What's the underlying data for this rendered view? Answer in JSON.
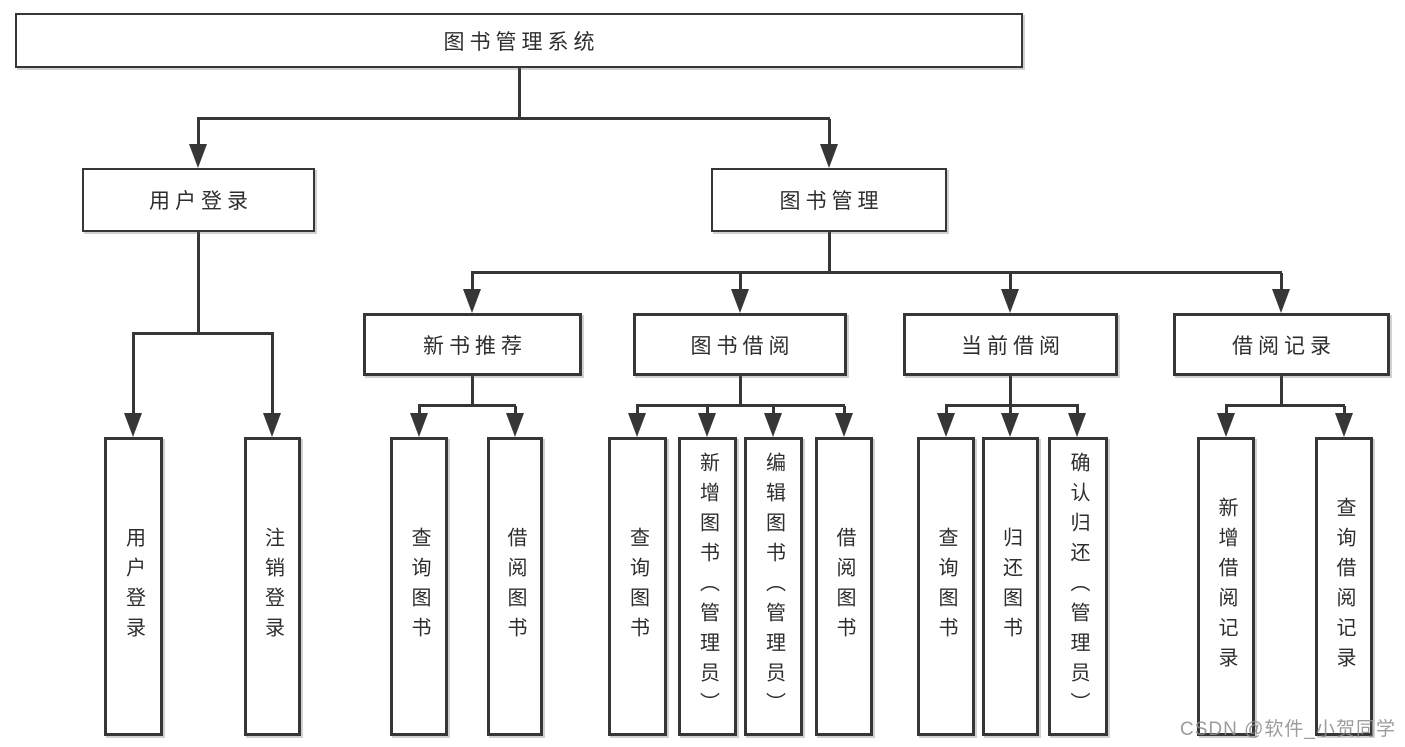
{
  "diagram": {
    "root": {
      "label": "图书管理系统"
    },
    "user_login": {
      "label": "用户登录",
      "children": {
        "login": {
          "label": "用户登录"
        },
        "logout": {
          "label": "注销登录"
        }
      }
    },
    "book_mgmt": {
      "label": "图书管理",
      "sections": {
        "new_books": {
          "label": "新书推荐",
          "children": {
            "query_books": {
              "label": "查询图书"
            },
            "borrow_books": {
              "label": "借阅图书"
            }
          }
        },
        "book_borrow": {
          "label": "图书借阅",
          "children": {
            "query_books": {
              "label": "查询图书"
            },
            "add_books": {
              "label": "新增图书（管理员）"
            },
            "edit_books": {
              "label": "编辑图书（管理员）"
            },
            "borrow_books": {
              "label": "借阅图书"
            }
          }
        },
        "current_borrow": {
          "label": "当前借阅",
          "children": {
            "query_books": {
              "label": "查询图书"
            },
            "return_books": {
              "label": "归还图书"
            },
            "confirm_return": {
              "label": "确认归还（管理员）"
            }
          }
        },
        "borrow_records": {
          "label": "借阅记录",
          "children": {
            "add_record": {
              "label": "新增借阅记录"
            },
            "query_record": {
              "label": "查询借阅记录"
            }
          }
        }
      }
    }
  },
  "watermark": {
    "text": "CSDN @软件_小贺同学"
  },
  "colors": {
    "line": "#363636",
    "box_border": "#363636",
    "box_background": "#ffffff",
    "text": "#2e2e2e",
    "watermark": "#8f8f8f"
  }
}
